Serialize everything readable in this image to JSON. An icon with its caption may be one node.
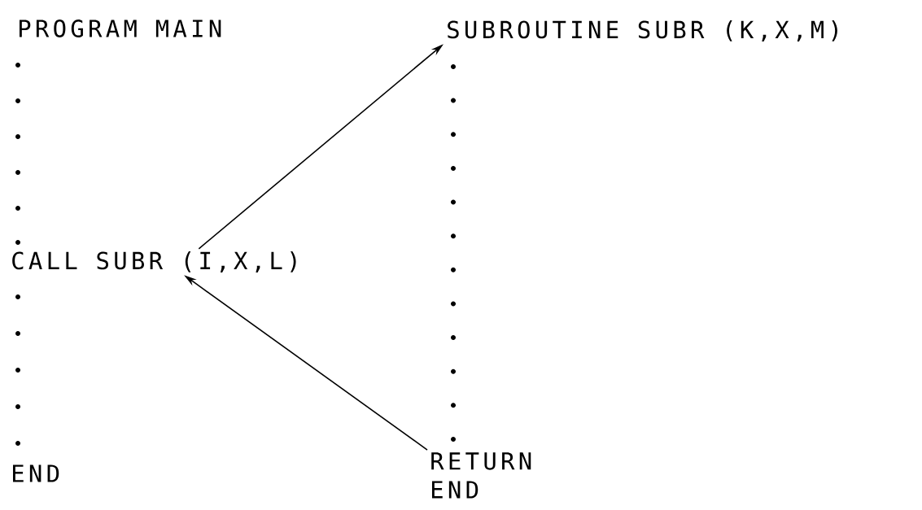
{
  "diagram": {
    "nodes": [
      {
        "text": [
          "PROGRAM MAIN"
        ]
      },
      {
        "text": [
          "CALL SUBR (I,X,L)"
        ]
      },
      {
        "text": [
          "END"
        ]
      },
      {
        "text": [
          "SUBROUTINE SUBR (K,X,M)"
        ]
      },
      {
        "text": [
          "RETURN"
        ]
      },
      {
        "text": [
          "END"
        ]
      }
    ],
    "edges": [
      {
        "from": 1,
        "to": 3,
        "arrow": "to"
      },
      {
        "from": 4,
        "to": 1,
        "arrow": "to"
      }
    ]
  }
}
